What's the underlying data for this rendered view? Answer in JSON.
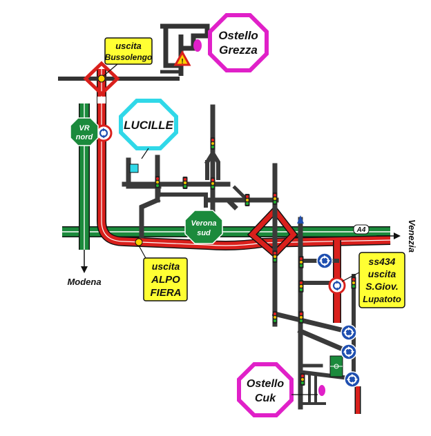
{
  "labels": {
    "ostello_grezza": [
      "Ostello",
      "Grezza"
    ],
    "uscita_bussolengo": [
      "uscita",
      "Bussolengo"
    ],
    "lucille": "LUCILLE",
    "vr_nord": [
      "VR",
      "nord"
    ],
    "verona_sud": [
      "Verona",
      "sud"
    ],
    "a4": "A4",
    "venezia": "Venezia",
    "modena": "Modena",
    "uscita_alpo_fiera": [
      "uscita",
      "ALPO",
      "FIERA"
    ],
    "ss434_lupatoto": [
      "ss434",
      "uscita",
      "S.Giov.",
      "Lupatoto"
    ],
    "ostello_cuk": [
      "Ostello",
      "Cuk"
    ]
  },
  "colors": {
    "motorway": "#1b8a3c",
    "red_road": "#d9201c",
    "local_road": "#404040",
    "magenta": "#e020c8",
    "cyan": "#30d8e8",
    "label_yellow": "#ffff33",
    "roundabout_blue": "#1f4fb0"
  },
  "icons": {
    "traffic_light": "traffic-light-icon",
    "roundabout": "roundabout-icon",
    "warning_sign": "warning-sign-icon",
    "hostel_marker": "hostel-marker-icon",
    "arrow": "arrow-icon"
  }
}
